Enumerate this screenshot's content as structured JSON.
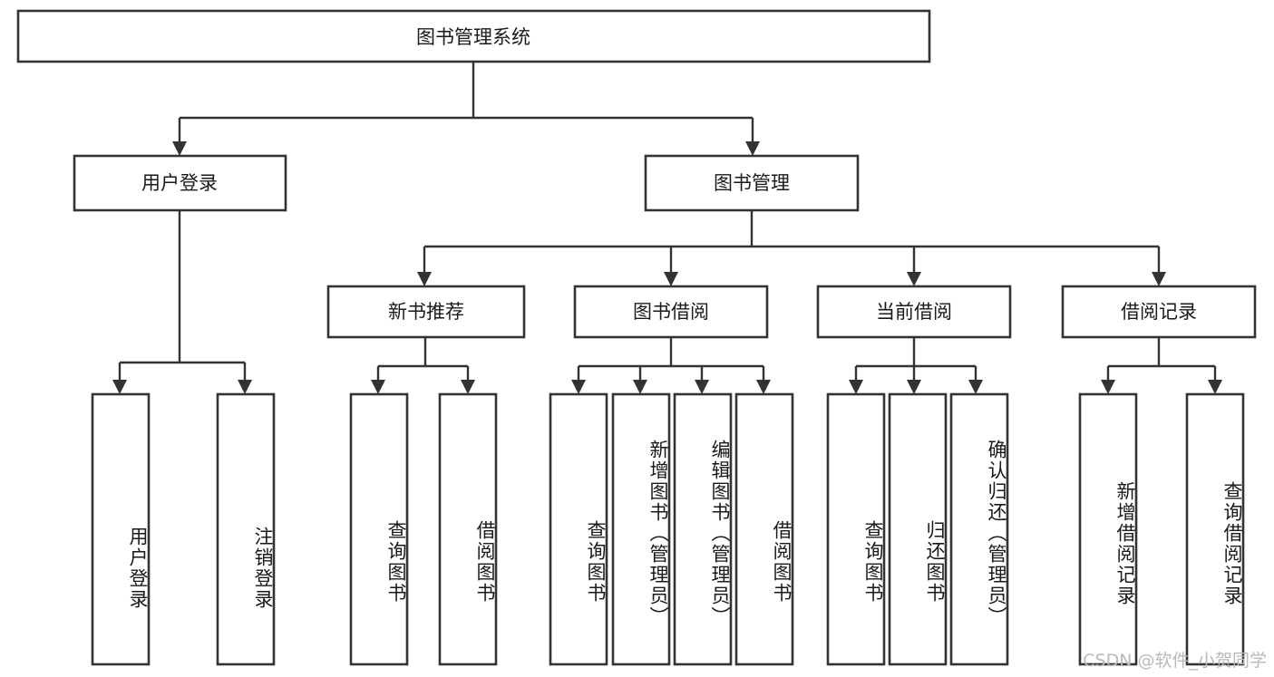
{
  "diagram": {
    "title_node": {
      "id": "root",
      "label": "图书管理系统"
    },
    "level2": [
      {
        "id": "user-login",
        "label": "用户登录"
      },
      {
        "id": "book-manage",
        "label": "图书管理"
      }
    ],
    "level3": [
      {
        "id": "new-book-recommend",
        "label": "新书推荐"
      },
      {
        "id": "book-borrow",
        "label": "图书借阅"
      },
      {
        "id": "current-borrow",
        "label": "当前借阅"
      },
      {
        "id": "borrow-record",
        "label": "借阅记录"
      }
    ],
    "leaves": {
      "user_login": [
        {
          "id": "leaf-user-login",
          "label": "用户登录"
        },
        {
          "id": "leaf-logout-login",
          "label": "注销登录"
        }
      ],
      "new_book_recommend": [
        {
          "id": "leaf-query-book-1",
          "label": "查询图书"
        },
        {
          "id": "leaf-borrow-book-1",
          "label": "借阅图书"
        }
      ],
      "book_borrow": [
        {
          "id": "leaf-query-book-2",
          "label": "查询图书"
        },
        {
          "id": "leaf-add-book",
          "label": "新增图书（管理员）"
        },
        {
          "id": "leaf-edit-book",
          "label": "编辑图书（管理员）"
        },
        {
          "id": "leaf-borrow-book-2",
          "label": "借阅图书"
        }
      ],
      "current_borrow": [
        {
          "id": "leaf-query-book-3",
          "label": "查询图书"
        },
        {
          "id": "leaf-return-book",
          "label": "归还图书"
        },
        {
          "id": "leaf-confirm-return",
          "label": "确认归还（管理员）"
        }
      ],
      "borrow_record": [
        {
          "id": "leaf-add-record",
          "label": "新增借阅记录"
        },
        {
          "id": "leaf-query-record",
          "label": "查询借阅记录"
        }
      ]
    }
  },
  "watermark": {
    "text": "CSDN @软件_小贺同学"
  },
  "colors": {
    "stroke": "#333333",
    "fill": "#ffffff",
    "text": "#1a1a1a",
    "watermark": "#b9b9b9"
  }
}
